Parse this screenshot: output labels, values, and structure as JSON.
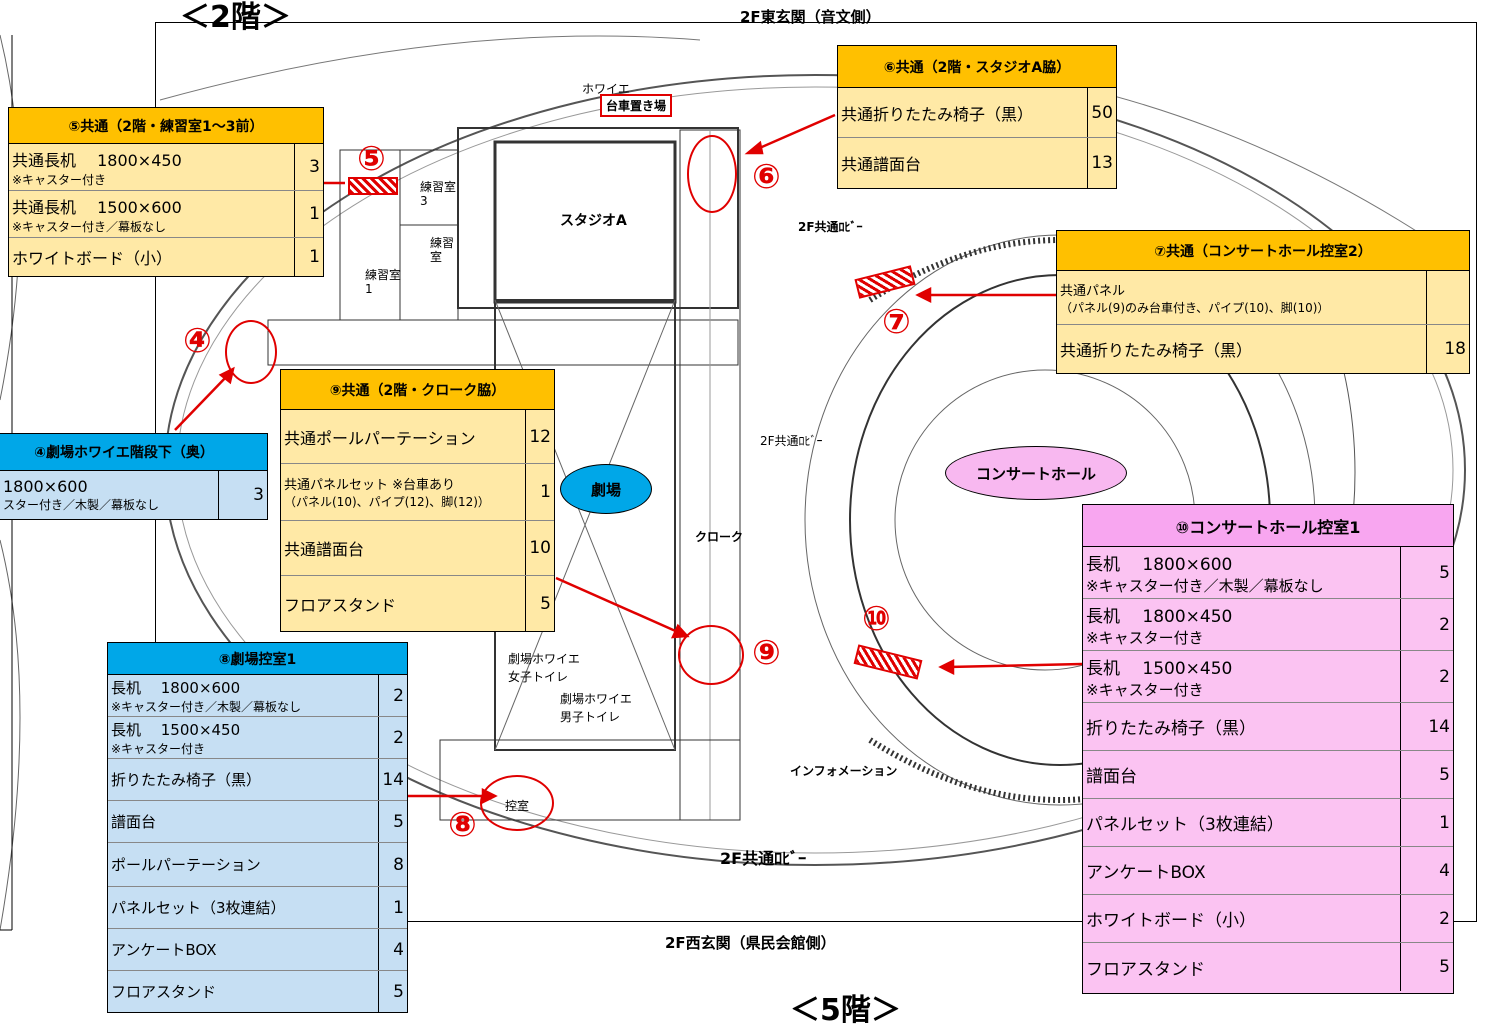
{
  "floor_title": "＜2階＞",
  "floor_next": "＜5階＞",
  "map_labels": {
    "east_entrance": "2F東玄関（音文側）",
    "west_entrance": "2F西玄関（県民会館側）",
    "foyer": "ホワイエ",
    "cart_storage": "台車置き場",
    "studio_a": "スタジオA",
    "lobby_top": "2F共通ﾛﾋﾞｰ",
    "lobby_mid": "2F共通ﾛﾋﾞｰ",
    "lobby_bottom": "2F共通ﾛﾋﾞｰ",
    "practice1": "練習室\n1",
    "practice2": "練習\n室",
    "practice3": "練習室\n3",
    "theater": "劇場",
    "concert_hall": "コンサートホール",
    "cloak": "クローク",
    "theater_foyer_women": "劇場ホワイエ\n女子トイレ",
    "theater_foyer_men": "劇場ホワイエ\n男子トイレ",
    "information": "インフォメーション",
    "waiting_room": "控室"
  },
  "markers": [
    "④",
    "⑤",
    "⑥",
    "⑦",
    "⑧",
    "⑨",
    "⑩"
  ],
  "tables": {
    "t4": {
      "title": "④劇場ホワイエ階段下（奥）",
      "rows": [
        {
          "name": "1800×600",
          "note": "スター付き／木製／幕板なし",
          "qty": "3"
        }
      ]
    },
    "t5": {
      "title": "⑤共通（2階・練習室1～3前）",
      "rows": [
        {
          "name": "共通長机　 1800×450",
          "note": "※キャスター付き",
          "qty": "3"
        },
        {
          "name": "共通長机　 1500×600",
          "note": "※キャスター付き／幕板なし",
          "qty": "1"
        },
        {
          "name": "ホワイトボード（小）",
          "note": "",
          "qty": "1"
        }
      ]
    },
    "t6": {
      "title": "⑥共通（2階・スタジオA脇）",
      "rows": [
        {
          "name": "共通折りたたみ椅子（黒）",
          "note": "",
          "qty": "50"
        },
        {
          "name": "共通譜面台",
          "note": "",
          "qty": "13"
        }
      ]
    },
    "t7": {
      "title": "⑦共通（コンサートホール控室2）",
      "rows": [
        {
          "name": "共通パネル",
          "note": "（パネル(9)のみ台車付き、パイプ(10)、脚(10)）",
          "qty": ""
        },
        {
          "name": "共通折りたたみ椅子（黒）",
          "note": "",
          "qty": "18"
        }
      ]
    },
    "t9": {
      "title": "⑨共通（2階・クローク脇）",
      "rows": [
        {
          "name": "共通ポールパーテーション",
          "note": "",
          "qty": "12"
        },
        {
          "name": "共通パネルセット ※台車あり",
          "note": "（パネル(10)、パイプ(12)、脚(12)）",
          "qty": "1"
        },
        {
          "name": "共通譜面台",
          "note": "",
          "qty": "10"
        },
        {
          "name": "フロアスタンド",
          "note": "",
          "qty": "5"
        }
      ]
    },
    "t8": {
      "title": "⑧劇場控室1",
      "rows": [
        {
          "name": "長机　 1800×600",
          "note": "※キャスター付き／木製／幕板なし",
          "qty": "2"
        },
        {
          "name": "長机　 1500×450",
          "note": "※キャスター付き",
          "qty": "2"
        },
        {
          "name": "折りたたみ椅子（黒）",
          "note": "",
          "qty": "14"
        },
        {
          "name": "譜面台",
          "note": "",
          "qty": "5"
        },
        {
          "name": "ポールパーテーション",
          "note": "",
          "qty": "8"
        },
        {
          "name": "パネルセット（3枚連結）",
          "note": "",
          "qty": "1"
        },
        {
          "name": "アンケートBOX",
          "note": "",
          "qty": "4"
        },
        {
          "name": "フロアスタンド",
          "note": "",
          "qty": "5"
        }
      ]
    },
    "t10": {
      "title": "⑩コンサートホール控室1",
      "rows": [
        {
          "name": "長机　 1800×600",
          "note": "※キャスター付き／木製／幕板なし",
          "qty": "5"
        },
        {
          "name": "長机　 1800×450",
          "note": "※キャスター付き",
          "qty": "2"
        },
        {
          "name": "長机　 1500×450",
          "note": "※キャスター付き",
          "qty": "2"
        },
        {
          "name": "折りたたみ椅子（黒）",
          "note": "",
          "qty": "14"
        },
        {
          "name": "譜面台",
          "note": "",
          "qty": "5"
        },
        {
          "name": "パネルセット（3枚連結）",
          "note": "",
          "qty": "1"
        },
        {
          "name": "アンケートBOX",
          "note": "",
          "qty": "4"
        },
        {
          "name": "ホワイトボード（小）",
          "note": "",
          "qty": "2"
        },
        {
          "name": "フロアスタンド",
          "note": "",
          "qty": "5"
        }
      ]
    }
  },
  "colors": {
    "red": "#e00000",
    "yellow_header": "#ffc000",
    "yellow_body": "#ffe9a6",
    "blue_header": "#00a7e8",
    "blue_body": "#c6dff3",
    "pink_header": "#f8a6f0",
    "pink_body": "#fbc3f2"
  }
}
